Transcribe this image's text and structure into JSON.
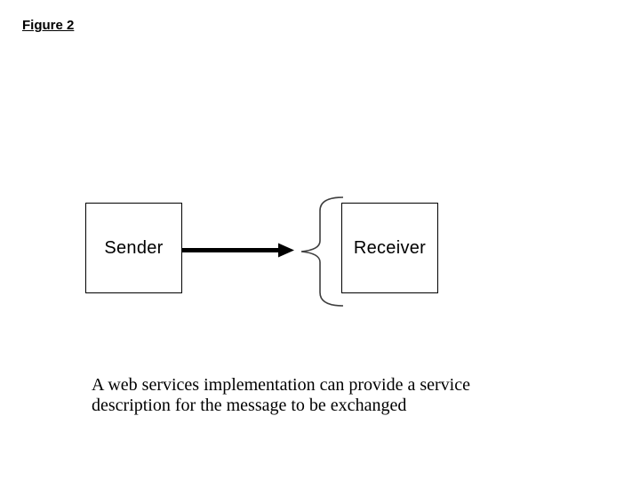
{
  "slide": {
    "figure_label": "Figure 2",
    "caption_lines": [
      "A web services implementation can provide a service",
      "description for the message to be exchanged"
    ]
  },
  "diagram": {
    "sender_label": "Sender",
    "receiver_label": "Receiver",
    "arrow": {
      "icon": "right-arrow-icon",
      "from": "Sender",
      "to": "Receiver"
    },
    "brace": {
      "icon": "left-curly-brace-icon"
    }
  },
  "colors": {
    "background": "#ffffff",
    "foreground": "#000000",
    "box_border": "#000000",
    "arrow_fill": "#000000",
    "brace_stroke": "#3f3f3f"
  }
}
